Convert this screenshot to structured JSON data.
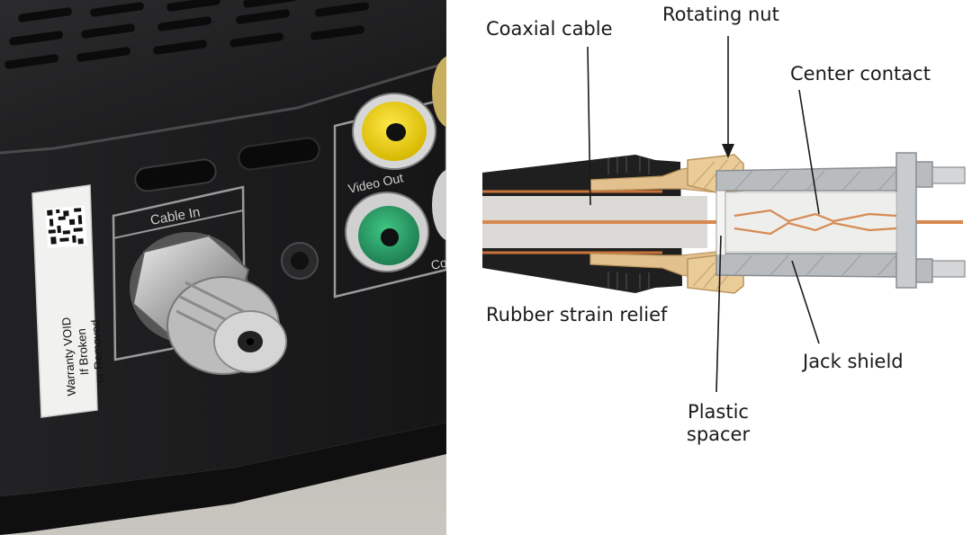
{
  "photo": {
    "panel_label": "Cable In",
    "port_label_video": "Video Out",
    "port_label_partial": "Co",
    "warranty_sticker_lines": [
      "Warranty VOID",
      "If Broken",
      "or Removed"
    ]
  },
  "diagram": {
    "labels": {
      "rotating_nut": "Rotating nut",
      "coaxial_cable": "Coaxial cable",
      "center_contact": "Center contact",
      "rubber_strain_relief": "Rubber strain relief",
      "jack_shield": "Jack shield",
      "plastic_spacer_line1": "Plastic",
      "plastic_spacer_line2": "spacer"
    }
  },
  "colors": {
    "device_body": "#1c1c1e",
    "rubber": "#1f1f1f",
    "copper": "#c8733a",
    "brass": "#e3c18e",
    "metal_gray": "#b9bcbf",
    "dielectric": "#d9d7d3",
    "yellow_jack": "#f2d500",
    "green_jack": "#2ea36b"
  }
}
